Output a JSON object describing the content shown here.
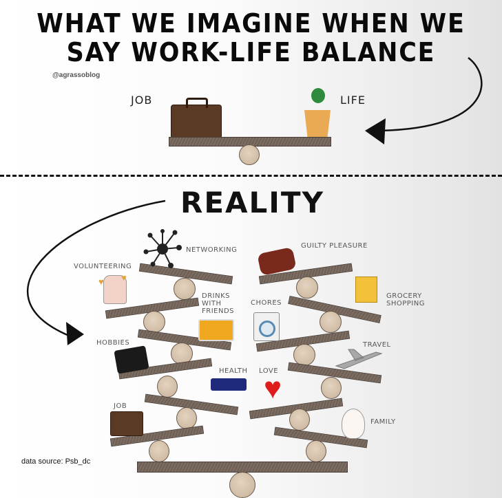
{
  "header": {
    "title_line1": "WHAT WE IMAGINE WHEN WE",
    "title_line2": "SAY WORK-LIFE BALANCE",
    "credit": "@agrassoblog"
  },
  "imagined": {
    "left_label": "JOB",
    "right_label": "LIFE",
    "left_icon": "briefcase-icon",
    "right_icon": "potted-plant-icon"
  },
  "reality": {
    "heading": "REALITY",
    "left_stack": [
      {
        "label": "NETWORKING",
        "icon": "network-icon"
      },
      {
        "label": "VOLUNTEERING",
        "icon": "hand-hearts-icon"
      },
      {
        "label": "DRINKS WITH FRIENDS",
        "lines": [
          "DRINKS",
          "WITH",
          "FRIENDS"
        ],
        "icon": "beer-mugs-icon"
      },
      {
        "label": "HOBBIES",
        "icon": "camera-icon"
      },
      {
        "label": "HEALTH",
        "icon": "dumbbell-icon"
      },
      {
        "label": "JOB",
        "icon": "briefcase-icon"
      }
    ],
    "right_stack": [
      {
        "label": "GUILTY PLEASURE",
        "icon": "brownies-icon"
      },
      {
        "label": "GROCERY SHOPPING",
        "lines": [
          "GROCERY",
          "SHOPPING"
        ],
        "icon": "grocery-bag-icon"
      },
      {
        "label": "CHORES",
        "icon": "washing-machine-icon"
      },
      {
        "label": "TRAVEL",
        "icon": "airplane-icon"
      },
      {
        "label": "LOVE",
        "icon": "heart-icon"
      },
      {
        "label": "FAMILY",
        "icon": "baby-bundle-icon"
      }
    ]
  },
  "footer": {
    "source": "data source: Psb_dc"
  }
}
